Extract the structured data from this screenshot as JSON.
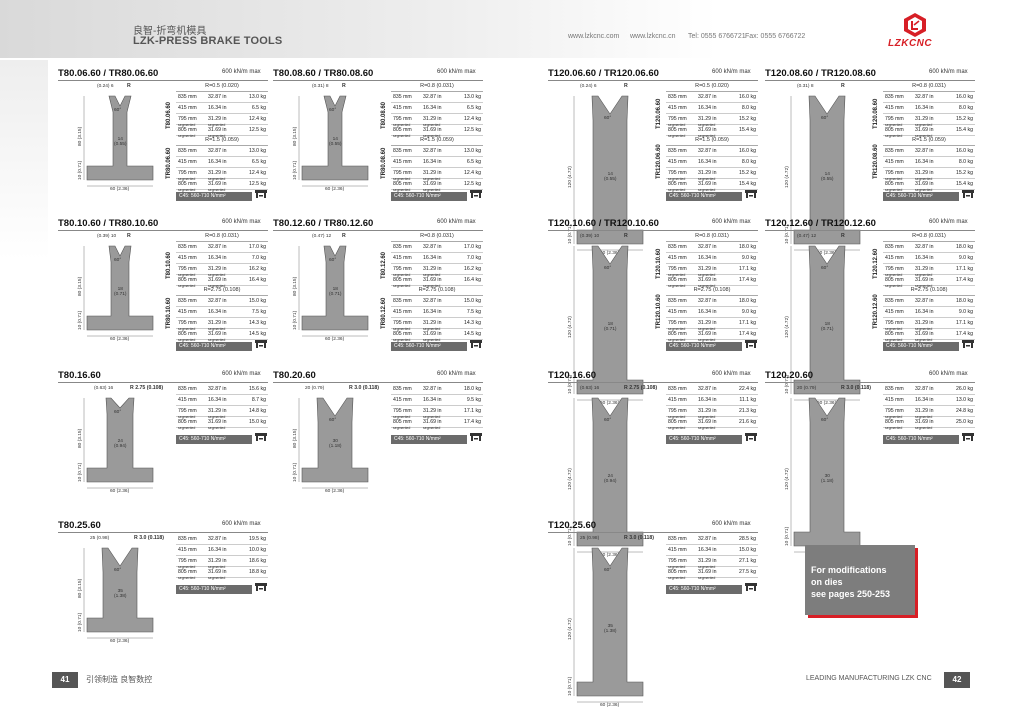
{
  "header": {
    "brand_cn": "良智-折弯机模具",
    "brand_en": "LZK-PRESS BRAKE TOOLS",
    "website1": "www.lzkcnc.com",
    "website2": "www.lzkcnc.cn",
    "tel": "Tel: 0555 6766721",
    "fax": "Fax: 0555 6766722",
    "logo_text": "LZKCNC"
  },
  "footer": {
    "page_left": "41",
    "slogan_cn": "引领制造 良智数控",
    "slogan_en": "LEADING MANUFACTURING  LZK CNC",
    "page_right": "42"
  },
  "modifications": {
    "line1": "For modifications",
    "line2": "on dies",
    "line3": "see pages 250-253"
  },
  "common": {
    "capacity": "600 kN/m max",
    "material": "C45: 560-710 N/mm²",
    "height80": "80 (3.15)",
    "height120": "120 (4.72)",
    "base10": "10 (0.71)",
    "base_width": "60 (2.36)",
    "seg": "segmented",
    "angle60": "60°"
  },
  "products": [
    {
      "id": "t80-06",
      "title": "T80.06.60 / TR80.06.60",
      "top_dim": "(0.24) 6",
      "radius_mark": "R",
      "mid_dim": "14\n(0.55)",
      "groups": [
        {
          "rlabel": "R=0.5 (0.020)",
          "vlabel": "T80.06.60",
          "rows": [
            [
              "835 mm",
              "32.87 in",
              "13.0 kg"
            ],
            [
              "415 mm",
              "16.34 in",
              "6.5 kg"
            ],
            [
              "795 mm",
              "31.29 in",
              "12.4 kg"
            ],
            [
              "805 mm",
              "31.69 in",
              "12.5 kg"
            ]
          ]
        },
        {
          "rlabel": "R=1.5 (0.059)",
          "vlabel": "TR80.06.60",
          "rows": [
            [
              "835 mm",
              "32.87 in",
              "13.0 kg"
            ],
            [
              "415 mm",
              "16.34 in",
              "6.5 kg"
            ],
            [
              "795 mm",
              "31.29 in",
              "12.4 kg"
            ],
            [
              "805 mm",
              "31.69 in",
              "12.5 kg"
            ]
          ]
        }
      ]
    },
    {
      "id": "t80-08",
      "title": "T80.08.60 / TR80.08.60",
      "top_dim": "(0.31) 8",
      "radius_mark": "R",
      "mid_dim": "14\n(0.55)",
      "groups": [
        {
          "rlabel": "R=0.8 (0.031)",
          "vlabel": "T80.08.60",
          "rows": [
            [
              "835 mm",
              "32.87 in",
              "13.0 kg"
            ],
            [
              "415 mm",
              "16.34 in",
              "6.5 kg"
            ],
            [
              "795 mm",
              "31.29 in",
              "12.4 kg"
            ],
            [
              "805 mm",
              "31.69 in",
              "12.5 kg"
            ]
          ]
        },
        {
          "rlabel": "R=1.5 (0.059)",
          "vlabel": "TR80.08.60",
          "rows": [
            [
              "835 mm",
              "32.87 in",
              "13.0 kg"
            ],
            [
              "415 mm",
              "16.34 in",
              "6.5 kg"
            ],
            [
              "795 mm",
              "31.29 in",
              "12.4 kg"
            ],
            [
              "805 mm",
              "31.69 in",
              "12.5 kg"
            ]
          ]
        }
      ]
    },
    {
      "id": "t120-06",
      "title": "T120.06.60 / TR120.06.60",
      "top_dim": "(0.24) 6",
      "radius_mark": "R",
      "mid_dim": "14\n(0.55)",
      "groups": [
        {
          "rlabel": "R=0.5 (0.020)",
          "vlabel": "T120.06.60",
          "rows": [
            [
              "835 mm",
              "32.87 in",
              "16.0 kg"
            ],
            [
              "415 mm",
              "16.34 in",
              "8.0 kg"
            ],
            [
              "795 mm",
              "31.29 in",
              "15.2 kg"
            ],
            [
              "805 mm",
              "31.69 in",
              "15.4 kg"
            ]
          ]
        },
        {
          "rlabel": "R=1.5 (0.059)",
          "vlabel": "TR120.06.60",
          "rows": [
            [
              "835 mm",
              "32.87 in",
              "16.0 kg"
            ],
            [
              "415 mm",
              "16.34 in",
              "8.0 kg"
            ],
            [
              "795 mm",
              "31.29 in",
              "15.2 kg"
            ],
            [
              "805 mm",
              "31.69 in",
              "15.4 kg"
            ]
          ]
        }
      ]
    },
    {
      "id": "t120-08",
      "title": "T120.08.60 / TR120.08.60",
      "top_dim": "(0.31) 8",
      "radius_mark": "R",
      "mid_dim": "14\n(0.55)",
      "groups": [
        {
          "rlabel": "R=0.8 (0.031)",
          "vlabel": "T120.08.60",
          "rows": [
            [
              "835 mm",
              "32.87 in",
              "16.0 kg"
            ],
            [
              "415 mm",
              "16.34 in",
              "8.0 kg"
            ],
            [
              "795 mm",
              "31.29 in",
              "15.2 kg"
            ],
            [
              "805 mm",
              "31.69 in",
              "15.4 kg"
            ]
          ]
        },
        {
          "rlabel": "R=1.5 (0.059)",
          "vlabel": "TR120.08.60",
          "rows": [
            [
              "835 mm",
              "32.87 in",
              "16.0 kg"
            ],
            [
              "415 mm",
              "16.34 in",
              "8.0 kg"
            ],
            [
              "795 mm",
              "31.29 in",
              "15.2 kg"
            ],
            [
              "805 mm",
              "31.69 in",
              "15.4 kg"
            ]
          ]
        }
      ]
    },
    {
      "id": "t80-10",
      "title": "T80.10.60 / TR80.10.60",
      "top_dim": "(0.39) 10",
      "radius_mark": "R",
      "mid_dim": "18\n(0.71)",
      "groups": [
        {
          "rlabel": "R=0.8 (0.031)",
          "vlabel": "T80.10.60",
          "rows": [
            [
              "835 mm",
              "32.87 in",
              "17.0 kg"
            ],
            [
              "415 mm",
              "16.34 in",
              "7.0 kg"
            ],
            [
              "795 mm",
              "31.29 in",
              "16.2 kg"
            ],
            [
              "805 mm",
              "31.69 in",
              "16.4 kg"
            ]
          ]
        },
        {
          "rlabel": "R=2.75 (0.108)",
          "vlabel": "TR80.10.60",
          "rows": [
            [
              "835 mm",
              "32.87 in",
              "15.0 kg"
            ],
            [
              "415 mm",
              "16.34 in",
              "7.5 kg"
            ],
            [
              "795 mm",
              "31.29 in",
              "14.3 kg"
            ],
            [
              "805 mm",
              "31.69 in",
              "14.5 kg"
            ]
          ]
        }
      ]
    },
    {
      "id": "t80-12",
      "title": "T80.12.60 / TR80.12.60",
      "top_dim": "(0.47) 12",
      "radius_mark": "R",
      "mid_dim": "18\n(0.71)",
      "groups": [
        {
          "rlabel": "R=0.8 (0.031)",
          "vlabel": "T80.12.60",
          "rows": [
            [
              "835 mm",
              "32.87 in",
              "17.0 kg"
            ],
            [
              "415 mm",
              "16.34 in",
              "7.0 kg"
            ],
            [
              "795 mm",
              "31.29 in",
              "16.2 kg"
            ],
            [
              "805 mm",
              "31.69 in",
              "16.4 kg"
            ]
          ]
        },
        {
          "rlabel": "R=2.75 (0.108)",
          "vlabel": "TR80.12.60",
          "rows": [
            [
              "835 mm",
              "32.87 in",
              "15.0 kg"
            ],
            [
              "415 mm",
              "16.34 in",
              "7.5 kg"
            ],
            [
              "795 mm",
              "31.29 in",
              "14.3 kg"
            ],
            [
              "805 mm",
              "31.69 in",
              "14.5 kg"
            ]
          ]
        }
      ]
    },
    {
      "id": "t120-10",
      "title": "T120.10.60 / TR120.10.60",
      "top_dim": "(0.39) 10",
      "radius_mark": "R",
      "mid_dim": "18\n(0.71)",
      "groups": [
        {
          "rlabel": "R=0.8 (0.031)",
          "vlabel": "T120.10.60",
          "rows": [
            [
              "835 mm",
              "32.87 in",
              "18.0 kg"
            ],
            [
              "415 mm",
              "16.34 in",
              "9.0 kg"
            ],
            [
              "795 mm",
              "31.29 in",
              "17.1 kg"
            ],
            [
              "805 mm",
              "31.69 in",
              "17.4 kg"
            ]
          ]
        },
        {
          "rlabel": "R=2.75 (0.108)",
          "vlabel": "TR120.10.60",
          "rows": [
            [
              "835 mm",
              "32.87 in",
              "18.0 kg"
            ],
            [
              "415 mm",
              "16.34 in",
              "9.0 kg"
            ],
            [
              "795 mm",
              "31.29 in",
              "17.1 kg"
            ],
            [
              "805 mm",
              "31.69 in",
              "17.4 kg"
            ]
          ]
        }
      ]
    },
    {
      "id": "t120-12",
      "title": "T120.12.60 / TR120.12.60",
      "top_dim": "(0.47) 12",
      "radius_mark": "R",
      "mid_dim": "18\n(0.71)",
      "groups": [
        {
          "rlabel": "R=0.8 (0.031)",
          "vlabel": "T120.12.60",
          "rows": [
            [
              "835 mm",
              "32.87 in",
              "18.0 kg"
            ],
            [
              "415 mm",
              "16.34 in",
              "9.0 kg"
            ],
            [
              "795 mm",
              "31.29 in",
              "17.1 kg"
            ],
            [
              "805 mm",
              "31.69 in",
              "17.4 kg"
            ]
          ]
        },
        {
          "rlabel": "R=2.75 (0.108)",
          "vlabel": "TR120.12.60",
          "rows": [
            [
              "835 mm",
              "32.87 in",
              "18.0 kg"
            ],
            [
              "415 mm",
              "16.34 in",
              "9.0 kg"
            ],
            [
              "795 mm",
              "31.29 in",
              "17.1 kg"
            ],
            [
              "805 mm",
              "31.69 in",
              "17.4 kg"
            ]
          ]
        }
      ]
    },
    {
      "id": "t80-16",
      "title": "T80.16.60",
      "top_dim": "(0.63) 16",
      "radius_mark": "R 2.75 (0.108)",
      "mid_dim": "24\n(0.94)",
      "groups": [
        {
          "rlabel": "",
          "vlabel": "",
          "rows": [
            [
              "835 mm",
              "32.87 in",
              "15.6 kg"
            ],
            [
              "415 mm",
              "16.34 in",
              "8.7 kg"
            ],
            [
              "795 mm",
              "31.29 in",
              "14.8 kg"
            ],
            [
              "805 mm",
              "31.69 in",
              "15.0 kg"
            ]
          ]
        }
      ]
    },
    {
      "id": "t80-20",
      "title": "T80.20.60",
      "top_dim": "20 (0.79)",
      "radius_mark": "R 3.0 (0.118)",
      "mid_dim": "30\n(1.18)",
      "groups": [
        {
          "rlabel": "",
          "vlabel": "",
          "rows": [
            [
              "835 mm",
              "32.87 in",
              "18.0 kg"
            ],
            [
              "415 mm",
              "16.34 in",
              "9.5 kg"
            ],
            [
              "795 mm",
              "31.29 in",
              "17.1 kg"
            ],
            [
              "805 mm",
              "31.69 in",
              "17.4 kg"
            ]
          ]
        }
      ]
    },
    {
      "id": "t120-16",
      "title": "T120.16.60",
      "top_dim": "(0.63) 16",
      "radius_mark": "R 2.75 (0.108)",
      "mid_dim": "24\n(0.94)",
      "groups": [
        {
          "rlabel": "",
          "vlabel": "",
          "rows": [
            [
              "835 mm",
              "32.87 in",
              "22.4 kg"
            ],
            [
              "415 mm",
              "16.34 in",
              "11.1 kg"
            ],
            [
              "795 mm",
              "31.29 in",
              "21.3 kg"
            ],
            [
              "805 mm",
              "31.69 in",
              "21.6 kg"
            ]
          ]
        }
      ]
    },
    {
      "id": "t120-20",
      "title": "T120.20.60",
      "top_dim": "20 (0.79)",
      "radius_mark": "R 3.0 (0.118)",
      "mid_dim": "30\n(1.18)",
      "groups": [
        {
          "rlabel": "",
          "vlabel": "",
          "rows": [
            [
              "835 mm",
              "32.87 in",
              "26.0 kg"
            ],
            [
              "415 mm",
              "16.34 in",
              "13.0 kg"
            ],
            [
              "795 mm",
              "31.29 in",
              "24.8 kg"
            ],
            [
              "805 mm",
              "31.69 in",
              "25.0 kg"
            ]
          ]
        }
      ]
    },
    {
      "id": "t80-25",
      "title": "T80.25.60",
      "top_dim": "25 (0.98)",
      "radius_mark": "R 3.0 (0.118)",
      "mid_dim": "35\n(1.38)",
      "groups": [
        {
          "rlabel": "",
          "vlabel": "",
          "rows": [
            [
              "835 mm",
              "32.87 in",
              "19.5 kg"
            ],
            [
              "415 mm",
              "16.34 in",
              "10.0 kg"
            ],
            [
              "795 mm",
              "31.29 in",
              "18.6 kg"
            ],
            [
              "805 mm",
              "31.69 in",
              "18.8 kg"
            ]
          ]
        }
      ]
    },
    {
      "id": "t120-25",
      "title": "T120.25.60",
      "top_dim": "25 (0.98)",
      "radius_mark": "R 3.0 (0.118)",
      "mid_dim": "35\n(1.38)",
      "groups": [
        {
          "rlabel": "",
          "vlabel": "",
          "rows": [
            [
              "835 mm",
              "32.87 in",
              "28.5 kg"
            ],
            [
              "415 mm",
              "16.34 in",
              "15.0 kg"
            ],
            [
              "795 mm",
              "31.29 in",
              "27.1 kg"
            ],
            [
              "805 mm",
              "31.69 in",
              "27.5 kg"
            ]
          ]
        }
      ]
    }
  ]
}
